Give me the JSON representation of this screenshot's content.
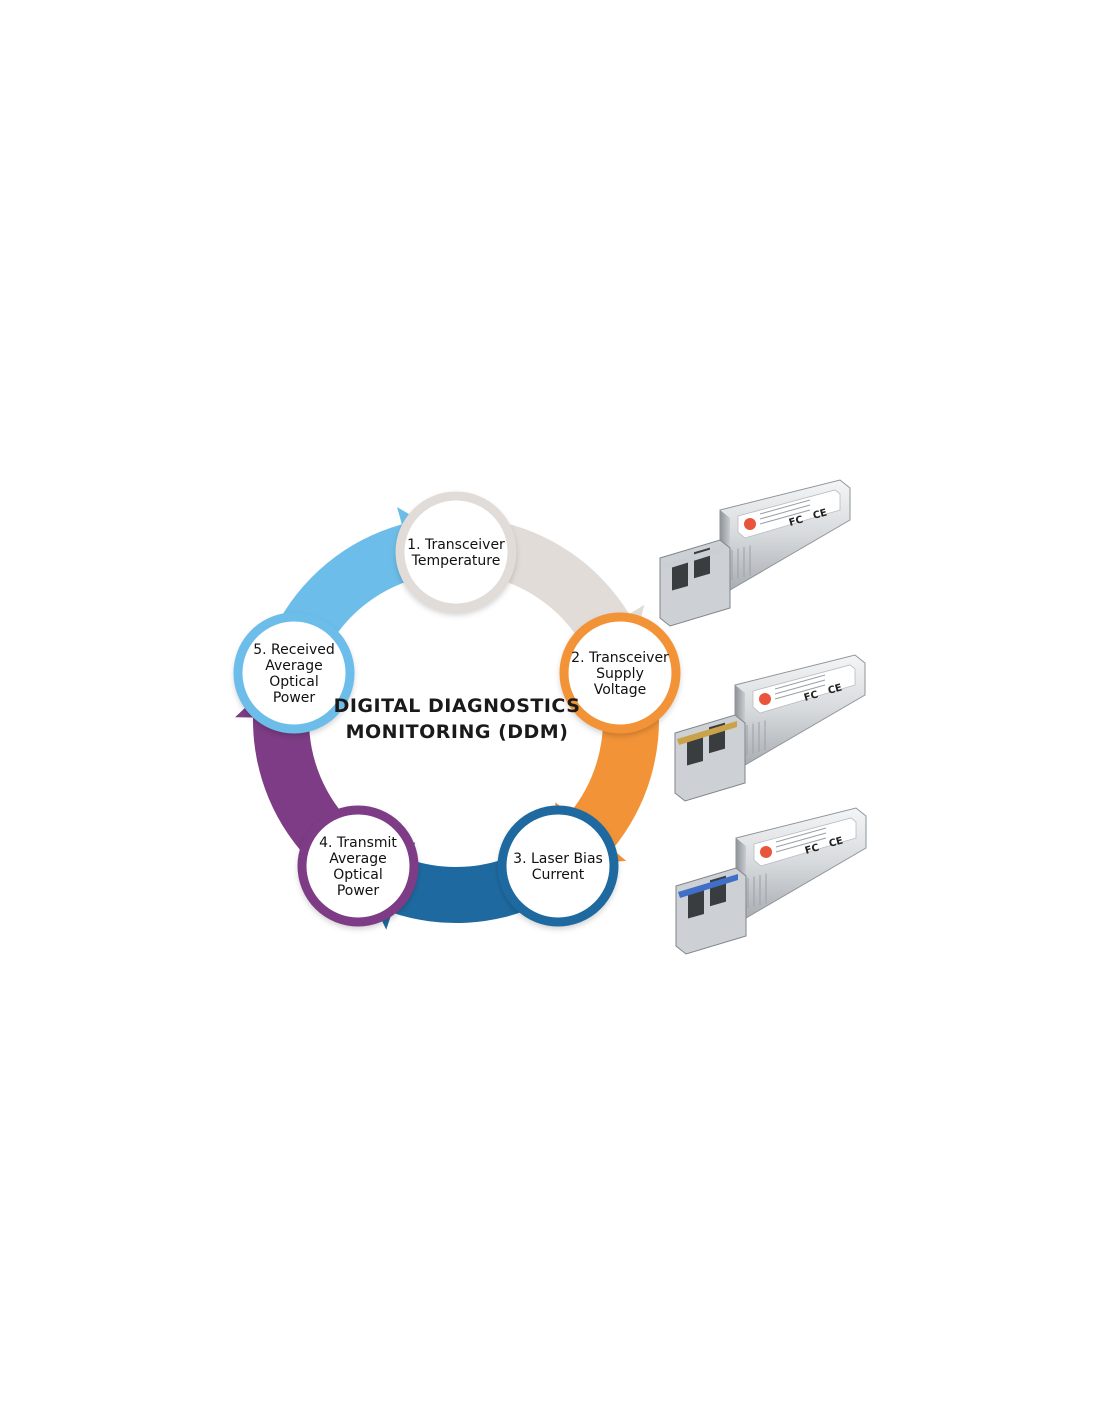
{
  "diagram": {
    "title_lines": [
      "DIGITAL DIAGNOSTICS",
      "MONITORING (DDM)"
    ],
    "nodes": [
      {
        "id": "n1",
        "lines": [
          "1. Transceiver",
          "Temperature"
        ],
        "color": "#e2dcd8"
      },
      {
        "id": "n2",
        "lines": [
          "2. Transceiver",
          "Supply",
          "Voltage"
        ],
        "color": "#f29338"
      },
      {
        "id": "n3",
        "lines": [
          "3. Laser Bias",
          "Current"
        ],
        "color": "#1e6aa0"
      },
      {
        "id": "n4",
        "lines": [
          "4. Transmit",
          "Average",
          "Optical",
          "Power"
        ],
        "color": "#7d3c85"
      },
      {
        "id": "n5",
        "lines": [
          "5. Received",
          "Average",
          "Optical",
          "Power"
        ],
        "color": "#6cbde9"
      }
    ]
  },
  "products": {
    "modules": [
      {
        "id": "sfp-fiber-1",
        "latch_color": "#c9cfd4"
      },
      {
        "id": "sfp-rj45",
        "latch_color": "#caa24a"
      },
      {
        "id": "sfp-fiber-lc",
        "latch_color": "#3f6fc6"
      }
    ],
    "label_marks": [
      "FC",
      "CE"
    ],
    "logo_color": "#e8553b"
  }
}
